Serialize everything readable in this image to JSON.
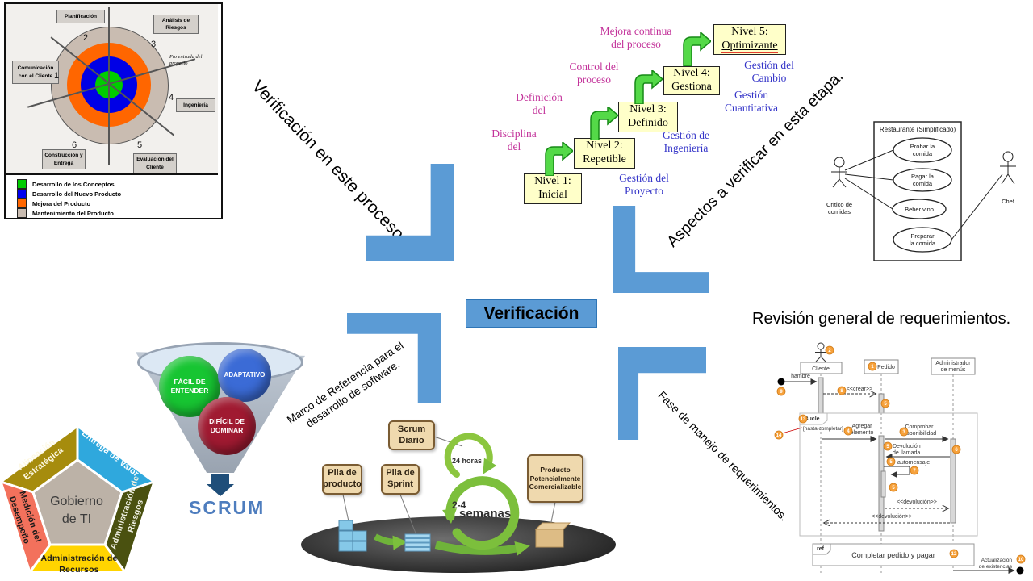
{
  "colors": {
    "accent": "#5B9BD5",
    "pink": "#C3329A",
    "cmm_blue": "#3434C8",
    "badge": "#F6A13B"
  },
  "center": {
    "label": "Verificación"
  },
  "captions": {
    "proceso": "Verificación en este proceso.",
    "aspectos": "Aspectos a verificar en esta etapa.",
    "marco_l1": "Marco de Referencia para el",
    "marco_l2": "desarrollo de  software.",
    "revision": "Revisión general de requerimientos.",
    "fase": "Fase de manejo de requerimientos."
  },
  "spiral": {
    "boxes": [
      "Planificación",
      "Análisis de Riesgos",
      "Comunicación con el Cliente",
      "Ingeniería",
      "Construcción y Entrega",
      "Evaluación del Cliente"
    ],
    "entry_label": "Pto entrada del proyecto",
    "numbers": [
      "1",
      "2",
      "3",
      "4",
      "5",
      "6"
    ],
    "legend": [
      {
        "color": "#00CC00",
        "label": "Desarrollo de los Conceptos"
      },
      {
        "color": "#0000EE",
        "label": "Desarrollo del Nuevo Producto"
      },
      {
        "color": "#FF6600",
        "label": "Mejora del Producto"
      },
      {
        "color": "#C9BCB1",
        "label": "Mantenimiento del Producto"
      }
    ]
  },
  "cmm": {
    "levels": [
      {
        "l1": "Nivel 1:",
        "l2": "Inicial"
      },
      {
        "l1": "Nivel 2:",
        "l2": "Repetible"
      },
      {
        "l1": "Nivel 3:",
        "l2": "Definido"
      },
      {
        "l1": "Nivel 4:",
        "l2": "Gestiona"
      },
      {
        "l1": "Nivel 5:",
        "l2": "Optimizante"
      }
    ],
    "pink": [
      {
        "l1": "Disciplina",
        "l2": "del"
      },
      {
        "l1": "Definición",
        "l2": "del"
      },
      {
        "l1": "Control del",
        "l2": "proceso"
      },
      {
        "l1": "Mejora continua",
        "l2": "del proceso"
      }
    ],
    "blue": [
      {
        "l1": "Gestión del",
        "l2": "Proyecto"
      },
      {
        "l1": "Gestión de",
        "l2": "Ingeniería"
      },
      {
        "l1": "Gestión",
        "l2": "Cuantitativa"
      },
      {
        "l1": "Gestión del",
        "l2": "Cambio"
      }
    ]
  },
  "usecase": {
    "title": "Restaurante (Simplificado)",
    "cases": [
      {
        "l1": "Probar la",
        "l2": "comida"
      },
      {
        "l1": "Pagar la",
        "l2": "comida"
      },
      {
        "l1": "Beber vino",
        "l2": ""
      },
      {
        "l1": "Preparar",
        "l2": "la comida"
      }
    ],
    "actor_left_l1": "Crítico de",
    "actor_left_l2": "comidas",
    "actor_right": "Chef"
  },
  "pentagon": {
    "center_l1": "Gobierno",
    "center_l2": "de TI",
    "sections": [
      {
        "label": "Alineación Estratégica",
        "color": "#A68C0D"
      },
      {
        "label": "Entrega de Valor",
        "color": "#2FA8DD"
      },
      {
        "label": "Administración de Riesgos",
        "color": "#4A5110"
      },
      {
        "label": "Administración de Recursos",
        "color": "#FFD400"
      },
      {
        "label": "Medición del Desempeño",
        "color": "#F3715C"
      }
    ]
  },
  "funnel": {
    "balls": [
      {
        "label": "FÁCIL DE ENTENDER",
        "color": "#17C532"
      },
      {
        "label": "ADAPTATIVO",
        "color": "#3B6BD6"
      },
      {
        "label": "DIFÍCIL DE DOMINAR",
        "color": "#A01A31"
      }
    ],
    "title": "SCRUM"
  },
  "scrum_flow": {
    "boxes": [
      "Pila de producto",
      "Pila de Sprint",
      "Scrum Diario",
      "Producto Potencialmente Comercializable"
    ],
    "loop_small": "24 horas",
    "loop_big_l1": "2-4",
    "loop_big_l2": "semanas"
  },
  "sequence": {
    "lifelines": {
      "cliente": "Cliente",
      "pedido": "Pedido",
      "admin_l1": "Administrador",
      "admin_l2": "de menús"
    },
    "messages": {
      "hambre": "hambre",
      "crear": "<<crear>>",
      "agregar_l1": "Agregar",
      "agregar_l2": "elemento",
      "comprobar_l1": "Comprobar",
      "comprobar_l2": "disponibilidad",
      "devolucion_l1": "Devolución",
      "devolucion_l2": "de llamada",
      "automensaje": "automensaje",
      "devolucion_out": "<<devolución>>",
      "devolucion_in": "<<devolución>>",
      "actualizacion_l1": "Actualización",
      "actualizacion_l2": "de existencias"
    },
    "frames": {
      "loop": "Bucle",
      "guard": "[hasta completar]",
      "ref": "ref",
      "ref_title": "Completar pedido y pagar"
    },
    "badges": {
      "b1": "1",
      "b2": "2",
      "b3": "3",
      "b4": "4",
      "b5a": "5",
      "b5b": "5",
      "b5c": "5",
      "b5d": "5",
      "b6": "6",
      "b7": "7",
      "b8": "8",
      "b9": "9",
      "b10": "10",
      "b12": "12",
      "b13": "13",
      "b14": "14"
    }
  }
}
